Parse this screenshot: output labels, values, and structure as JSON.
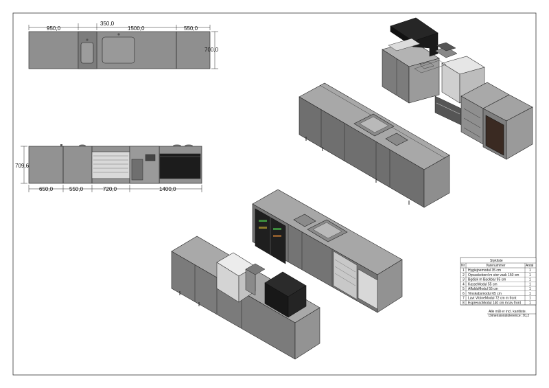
{
  "top_view": {
    "dims_top": [
      "950,0",
      "350,0",
      "1500,0",
      "550,0"
    ],
    "dim_side": "700,0"
  },
  "front_view": {
    "dims_bottom": [
      "650,0",
      "550,0",
      "720,0",
      "1400,0"
    ],
    "dim_side": "709,6"
  },
  "bom": {
    "title": "Stykliste",
    "header": {
      "nr": "Nr",
      "name": "Varenummer",
      "qty": "Antal"
    },
    "rows": [
      {
        "nr": "1",
        "name": "Hygiejnemodul 35 cm",
        "qty": "1"
      },
      {
        "nr": "2",
        "name": "Opvaskebord m stor vask 150 cm",
        "qty": "1"
      },
      {
        "nr": "3",
        "name": "Bgdisk m Backbar 95 cm",
        "qty": "1"
      },
      {
        "nr": "4",
        "name": "KasseModul 55 cm",
        "qty": "1"
      },
      {
        "nr": "5",
        "name": "AffaldsModul 55 cm",
        "qty": "1"
      },
      {
        "nr": "6",
        "name": "Vinskabsmodul 65 cm",
        "qty": "1"
      },
      {
        "nr": "7",
        "name": "Lavt VitrineModul 72 cm m front",
        "qty": "1"
      },
      {
        "nr": "8",
        "name": "EspressoModul 140 cm m lav front",
        "qty": "1"
      }
    ],
    "note_line1": "Alle mål er incl. kantliste.",
    "note_line2": "Dimensionstolerence: ±0,2"
  },
  "colors": {
    "panel_light": "#a6a6a6",
    "panel_mid": "#8c8c8c",
    "panel_dark": "#6b6b6b",
    "black": "#1c1c1c",
    "border": "#333333"
  }
}
